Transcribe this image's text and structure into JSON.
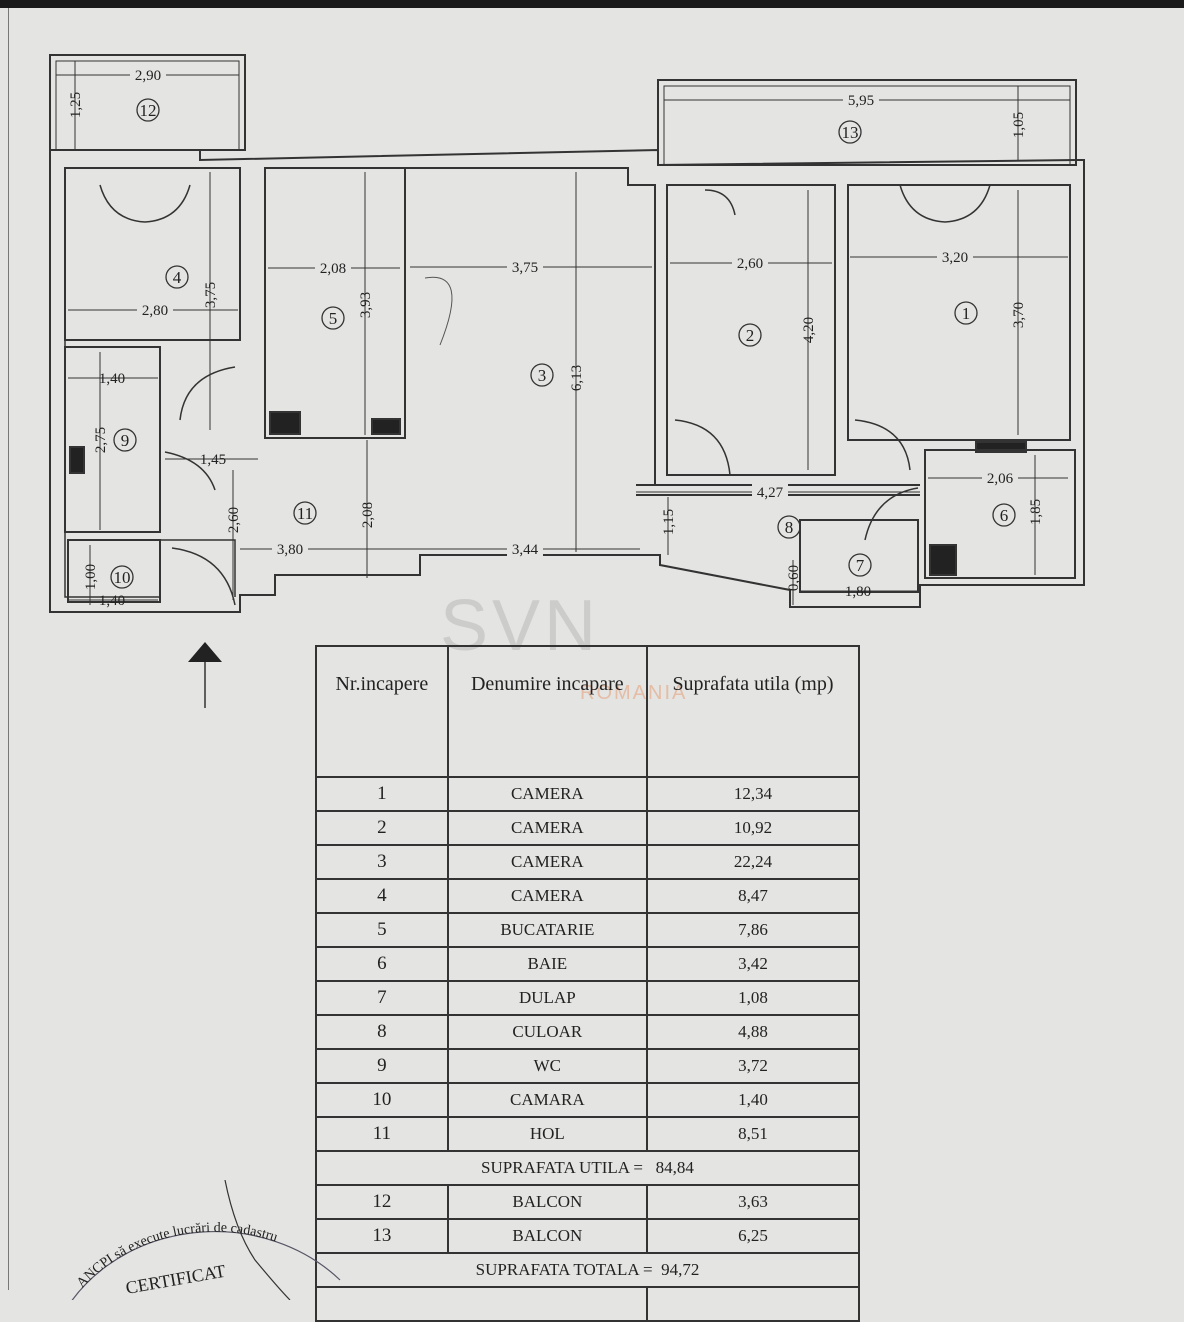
{
  "watermark": {
    "brand": "SVN",
    "sub": "ROMANIA"
  },
  "stamp": {
    "arc_text": "ANCPI să execute lucrări de cadastru",
    "center_text": "CERTIFICAT"
  },
  "plan": {
    "room_numbers": [
      "1",
      "2",
      "3",
      "4",
      "5",
      "6",
      "7",
      "8",
      "9",
      "10",
      "11",
      "12",
      "13"
    ],
    "dimensions": {
      "d12_w": "2,90",
      "d12_h": "1,25",
      "d13_w": "5,95",
      "d13_h": "1,05",
      "d4_w": "2,80",
      "d4_h": "3,75",
      "d5_w": "2,08",
      "d5_h": "3,93",
      "d3_w": "3,75",
      "d3_h": "6,13",
      "d2_w": "2,60",
      "d2_h": "4,20",
      "d1_w": "3,20",
      "d1_h": "3,70",
      "d9_w": "1,40",
      "d9_h": "2,75",
      "d_hall_door": "1,45",
      "d11_h1": "2,60",
      "d11_h2": "2,08",
      "d11_w1": "3,80",
      "d11_w2": "3,44",
      "d8_h": "1,15",
      "d8_w": "4,27",
      "d6_w": "2,06",
      "d6_h": "1,85",
      "d7_h": "0,60",
      "d7_w": "1,80",
      "d10_h": "1,00",
      "d10_w": "1,40"
    }
  },
  "table": {
    "headers": [
      "Nr.incapere",
      "Denumire incapare",
      "Suprafata utila (mp)"
    ],
    "rows": [
      {
        "nr": "1",
        "name": "CAMERA",
        "area": "12,34"
      },
      {
        "nr": "2",
        "name": "CAMERA",
        "area": "10,92"
      },
      {
        "nr": "3",
        "name": "CAMERA",
        "area": "22,24"
      },
      {
        "nr": "4",
        "name": "CAMERA",
        "area": "8,47"
      },
      {
        "nr": "5",
        "name": "BUCATARIE",
        "area": "7,86"
      },
      {
        "nr": "6",
        "name": "BAIE",
        "area": "3,42"
      },
      {
        "nr": "7",
        "name": "DULAP",
        "area": "1,08"
      },
      {
        "nr": "8",
        "name": "CULOAR",
        "area": "4,88"
      },
      {
        "nr": "9",
        "name": "WC",
        "area": "3,72"
      },
      {
        "nr": "10",
        "name": "CAMARA",
        "area": "1,40"
      },
      {
        "nr": "11",
        "name": "HOL",
        "area": "8,51"
      }
    ],
    "useful_total": "SUPRAFATA UTILA =   84,84",
    "balconies": [
      {
        "nr": "12",
        "name": "BALCON",
        "area": "3,63"
      },
      {
        "nr": "13",
        "name": "BALCON",
        "area": "6,25"
      }
    ],
    "grand_total": "SUPRAFATA TOTALA =  94,72"
  }
}
